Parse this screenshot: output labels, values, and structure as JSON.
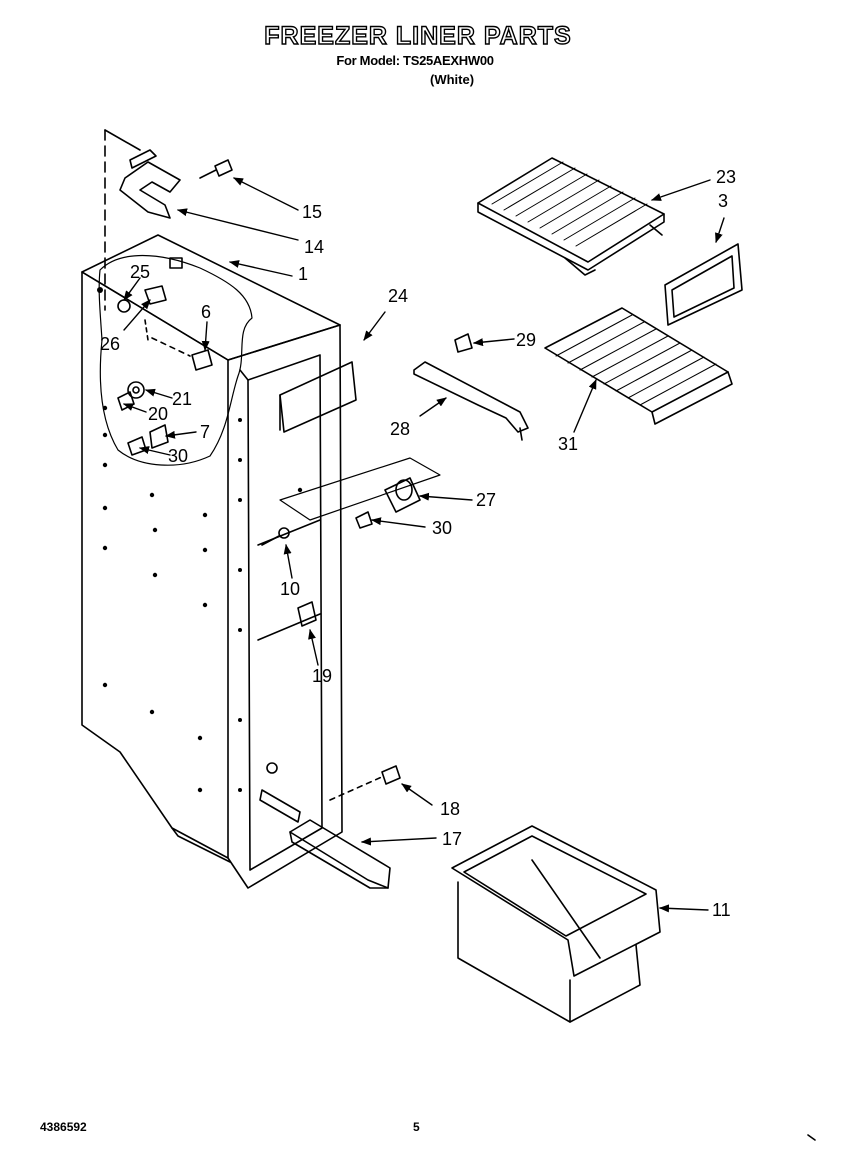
{
  "header": {
    "title": "FREEZER LINER PARTS",
    "model_line": "For Model: TS25AEXHW00",
    "color_note": "(White)"
  },
  "footer": {
    "document_number": "4386592",
    "page_number": "5"
  },
  "callouts": {
    "c1": "1",
    "c3": "3",
    "c6": "6",
    "c7": "7",
    "c10": "10",
    "c11": "11",
    "c14": "14",
    "c15": "15",
    "c17": "17",
    "c18": "18",
    "c19": "19",
    "c20": "20",
    "c21": "21",
    "c23": "23",
    "c24": "24",
    "c25": "25",
    "c26": "26",
    "c27": "27",
    "c28": "28",
    "c29": "29",
    "c30a": "30",
    "c30b": "30",
    "c31": "31"
  }
}
